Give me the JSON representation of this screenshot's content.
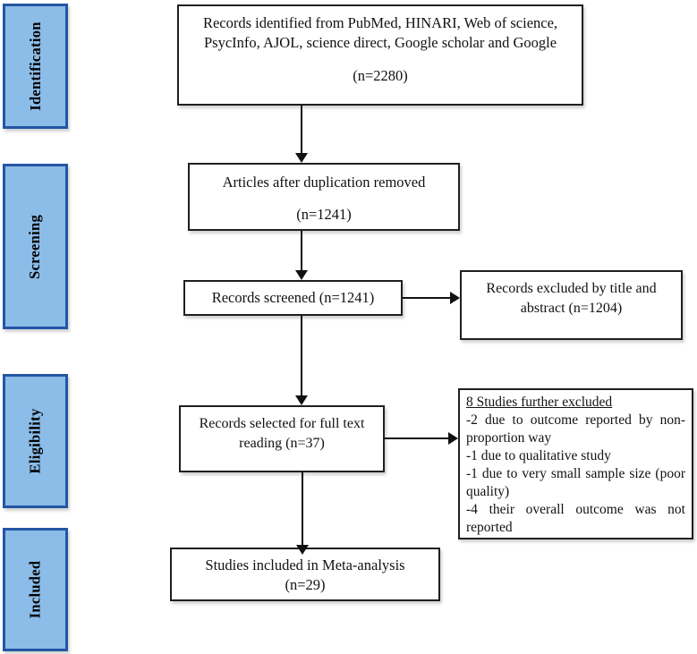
{
  "colors": {
    "stage_fill": "#8CBCE8",
    "stage_border": "#2456A4",
    "box_border": "#1f1f1f",
    "arrow": "#111111"
  },
  "stages": [
    {
      "label": "Identification"
    },
    {
      "label": "Screening"
    },
    {
      "label": "Eligibility"
    },
    {
      "label": "Included"
    }
  ],
  "flow": {
    "identified": {
      "text": "Records identified from PubMed, HINARI, Web of science, PsycInfo, AJOL, science direct, Google scholar and Google",
      "count": "(n=2280)"
    },
    "deduplicated": {
      "text": "Articles after duplication removed",
      "count": "(n=1241)"
    },
    "screened": {
      "text": "Records screened (n=1241)"
    },
    "excluded_title_abstract": {
      "text": "Records excluded by title and abstract (n=1204)"
    },
    "full_text": {
      "text": "Records selected for full text reading (n=37)"
    },
    "further_excluded": {
      "heading": "8 Studies further excluded",
      "items": [
        "-2 due to outcome reported by non-proportion way",
        "-1 due to qualitative study",
        "-1 due to very small sample size (poor quality)",
        "-4 their overall outcome was not reported"
      ]
    },
    "included": {
      "text": "Studies included in Meta-analysis",
      "count": "(n=29)"
    }
  }
}
